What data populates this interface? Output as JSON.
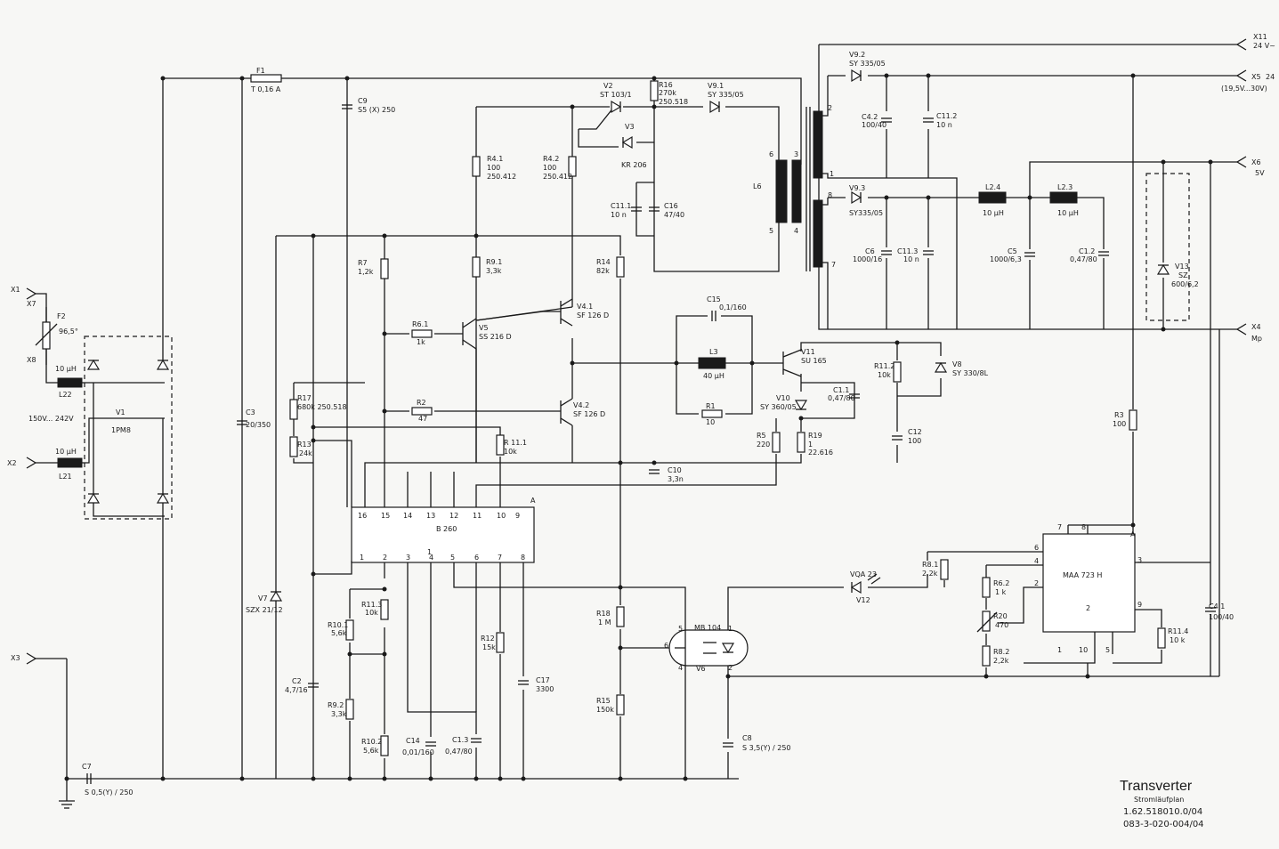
{
  "title": {
    "name": "Transverter",
    "subtitle": "Stromläufplan",
    "number1": "1.62.518010.0/04",
    "number2": "083-3-020-004/04"
  },
  "terminals": {
    "x1": "X1",
    "x7": "X7",
    "x8": "X8",
    "x2": "X2",
    "x3": "X3",
    "x11": "X11",
    "x11_desc": "24 V~",
    "x5": "X5",
    "x5_desc": "24",
    "x5_range": "(19,5V...30V)",
    "x6": "X6",
    "x6_desc": "5V",
    "x4": "X4",
    "x4_desc": "Mp"
  },
  "input": {
    "range": "150V...  242V"
  },
  "components": {
    "f1": "F1",
    "f1_val": "T 0,16 A",
    "f2": "F2",
    "f2_val": "96,5°",
    "l22": "L22",
    "l22_val": "10 µH",
    "l21": "L21",
    "l21_val": "10 µH",
    "v1": "V1",
    "v1_val": "1PM8",
    "c9": "C9",
    "c9_val": "S5 (X) 250",
    "c3": "C3",
    "c3_val": "20/350",
    "r17": "R17",
    "r17_val": "680k 250.518",
    "r13": "R13",
    "r13_val": "24k",
    "v7": "V7",
    "v7_val": "SZX 21/12",
    "c2": "C2",
    "c2_val": "4,7/16",
    "c7": "C7",
    "c7_val": "S 0,5(Y) / 250",
    "r41": "R4.1",
    "r41_val": "100",
    "r41_val2": "250.412",
    "r42": "R4.2",
    "r42_val": "100",
    "r42_val2": "250.412",
    "v2": "V2",
    "v2_val": "ST 103/1",
    "v3": "V3",
    "v3_val": "KR 206",
    "r16": "R16",
    "r16_val": "270k",
    "r16_val2": "250.518",
    "v91": "V9.1",
    "v91_val": "SY 335/05",
    "c111": "C11.1",
    "c111_val": "10 n",
    "c16": "C16",
    "c16_val": "47/40",
    "r7": "R7",
    "r7_val": "1,2k",
    "r91": "R9.1",
    "r91_val": "3,3k",
    "r14": "R14",
    "r14_val": "82k",
    "r61": "R6.1",
    "r61_val": "1k",
    "v5": "V5",
    "v5_val": "SS 216 D",
    "v41": "V4.1",
    "v41_val": "SF 126 D",
    "v42": "V4.2",
    "v42_val": "SF 126 D",
    "r2": "R2",
    "r2_val": "47",
    "r111": "R 11.1",
    "r111_val": "10k",
    "c15": "C15",
    "c15_val": "0,1/160",
    "l3": "L3",
    "l3_val": "40 µH",
    "r1": "R1",
    "r1_val": "10",
    "v11": "V11",
    "v11_val": "SU 165",
    "v10": "V10",
    "v10_val": "SY 360/05",
    "c11": "C1.1",
    "c11_val": "0,47/80",
    "r112": "R11.2",
    "r112_val": "10k",
    "v8": "V8",
    "v8_val": "SY 330/8L",
    "c12": "C12",
    "c12_val": "100",
    "r5": "R5",
    "r5_val": "220",
    "r19": "R19",
    "r19_val": "1",
    "r19_val2": "22.616",
    "c10": "C10",
    "c10_val": "3,3n",
    "l6": "L6",
    "v92": "V9.2",
    "v92_val": "SY 335/05",
    "c42": "C4.2",
    "c42_val": "100/40",
    "c112": "C11.2",
    "c112_val": "10 n",
    "v93": "V9.3",
    "v93_val": "SY335/05",
    "l24": "L2.4",
    "l24_val": "10 µH",
    "l23": "L2.3",
    "l23_val": "10 µH",
    "c6": "C6",
    "c6_val": "1000/16",
    "c113": "C11.3",
    "c113_val": "10 n",
    "c5": "C5",
    "c5_val": "1000/6,3",
    "c12b": "C1.2",
    "c12b_val": "0,47/80",
    "v13": "V13",
    "v13_val": "SZ",
    "v13_val2": "600/6,2",
    "r3": "R3",
    "r3_val": "100",
    "ic1": "B 260",
    "ic1_a": "A",
    "ic1_1": "1",
    "r113": "R11.3",
    "r113_val": "10k",
    "r101": "R10.1",
    "r101_val": "5,6k",
    "r92": "R9.2",
    "r92_val": "3,3k",
    "r102": "R10.2",
    "r102_val": "5,6k",
    "c14": "C14",
    "c14_val": "0,01/160",
    "c13": "C1.3",
    "c13_val": "0,47/80",
    "r12": "R12",
    "r12_val": "15k",
    "c17": "C17",
    "c17_val": "3300",
    "r18": "R18",
    "r18_val": "1 M",
    "r15": "R15",
    "r15_val": "150k",
    "v6": "V6",
    "v6_type": "MB 104",
    "c8": "C8",
    "c8_val": "S 3,5(Y) / 250",
    "v12": "V12",
    "v12_val": "VQA 23",
    "r81": "R8.1",
    "r81_val": "2,2k",
    "r62": "R6.2",
    "r62_val": "1 k",
    "r20": "R20",
    "r20_val": "470",
    "r82": "R8.2",
    "r82_val": "2,2k",
    "ic2": "MAA 723 H",
    "ic2_a": "A",
    "ic2_2": "2",
    "r114": "R11.4",
    "r114_val": "10 k",
    "c41": "C4.1",
    "c41_val": "100/40"
  },
  "pins": {
    "ic1_top": [
      "16",
      "15",
      "14",
      "13",
      "12",
      "11",
      "10",
      "9"
    ],
    "ic1_bot": [
      "1",
      "2",
      "3",
      "4",
      "5",
      "6",
      "7",
      "8"
    ],
    "ic2": [
      "7",
      "8",
      "6",
      "4",
      "2",
      "3",
      "9",
      "1",
      "10",
      "5"
    ],
    "opto": [
      "5",
      "1",
      "6",
      "4",
      "2"
    ],
    "l6": [
      "6",
      "3",
      "5",
      "4"
    ],
    "tr": [
      "2",
      "1",
      "8",
      "7"
    ]
  }
}
